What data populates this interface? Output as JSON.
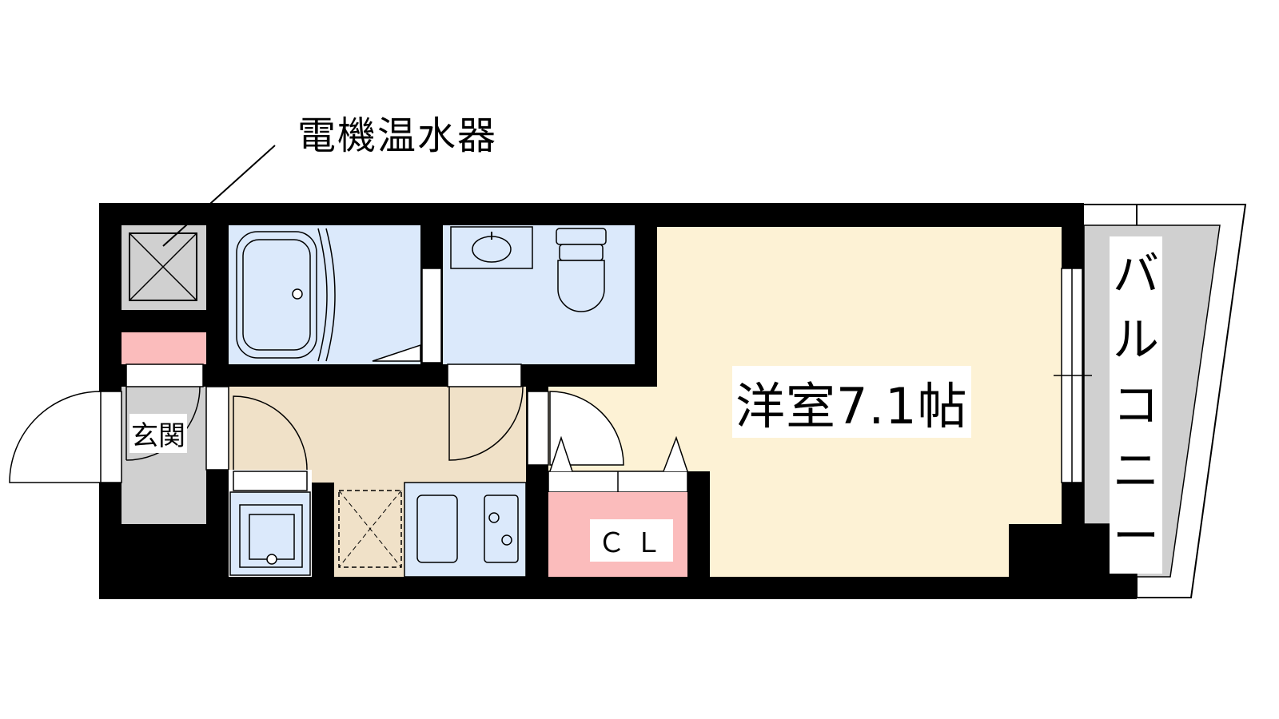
{
  "labels": {
    "water_heater": "電機温水器",
    "room": "洋室7.1帖",
    "entrance": "玄関",
    "closet": "ＣＬ",
    "balcony": "バルコニー"
  },
  "colors": {
    "wall": "#000000",
    "wet_area": "#dbe9fb",
    "room_floor": "#fdf2d5",
    "kitchen_floor": "#f0e1c8",
    "entrance_floor": "#d0d0d0",
    "balcony_floor": "#d0d0d0",
    "closet": "#fbbcbc",
    "shoe_box": "#fbbcbc"
  }
}
